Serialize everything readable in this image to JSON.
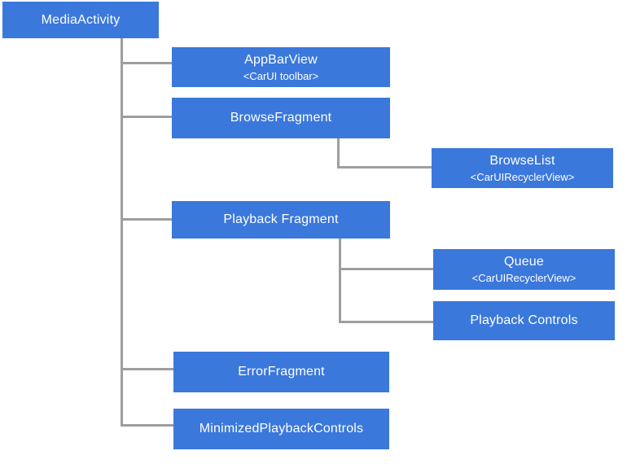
{
  "colors": {
    "background": "#ffffff",
    "node_fill": "#3b78dc",
    "node_text": "#ffffff",
    "connector": "#9e9e9e"
  },
  "nodes": [
    {
      "id": "media-activity",
      "label": "MediaActivity",
      "sublabel": ""
    },
    {
      "id": "app-bar-view",
      "label": "AppBarView",
      "sublabel": "<CarUI toolbar>"
    },
    {
      "id": "browse-fragment",
      "label": "BrowseFragment",
      "sublabel": ""
    },
    {
      "id": "browse-list",
      "label": "BrowseList",
      "sublabel": "<CarUIRecyclerView>"
    },
    {
      "id": "playback-fragment",
      "label": "Playback Fragment",
      "sublabel": ""
    },
    {
      "id": "queue",
      "label": "Queue",
      "sublabel": "<CarUIRecyclerView>"
    },
    {
      "id": "playback-controls",
      "label": "Playback Controls",
      "sublabel": ""
    },
    {
      "id": "error-fragment",
      "label": "ErrorFragment",
      "sublabel": ""
    },
    {
      "id": "minimized-playback-controls",
      "label": "MinimizedPlaybackControls",
      "sublabel": ""
    }
  ],
  "edges": [
    {
      "from": "MediaActivity",
      "to": "AppBarView"
    },
    {
      "from": "MediaActivity",
      "to": "BrowseFragment"
    },
    {
      "from": "MediaActivity",
      "to": "Playback Fragment"
    },
    {
      "from": "MediaActivity",
      "to": "ErrorFragment"
    },
    {
      "from": "MediaActivity",
      "to": "MinimizedPlaybackControls"
    },
    {
      "from": "BrowseFragment",
      "to": "BrowseList"
    },
    {
      "from": "Playback Fragment",
      "to": "Queue"
    },
    {
      "from": "Playback Fragment",
      "to": "Playback Controls"
    }
  ]
}
